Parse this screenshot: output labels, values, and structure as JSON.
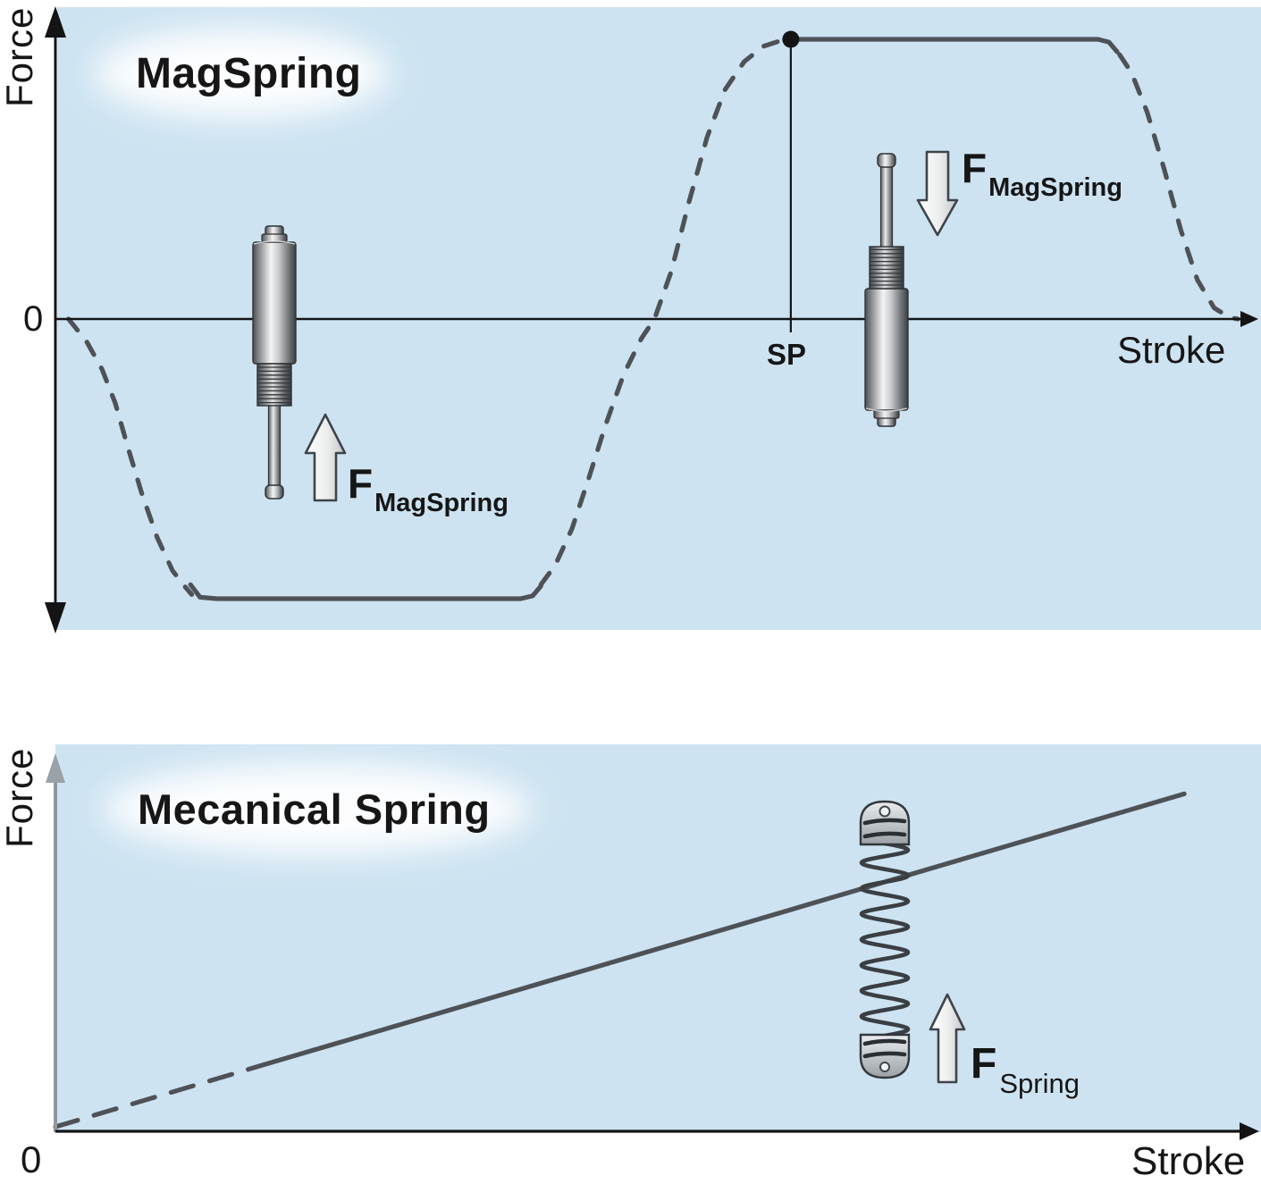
{
  "colors": {
    "panel_blue": "#cde3f1",
    "curve_gray": "#4e5257",
    "axis_black": "#141414",
    "axis_gray_bottom_y": "#8f969c",
    "arrow_fill_light": "#f4f5f6",
    "text": "#161616"
  },
  "charts": [
    {
      "title": "MagSpring",
      "ylabel": "Force",
      "xlabel": "Stroke",
      "origin_label": "0",
      "sp_label": "SP",
      "force_annotations": [
        {
          "main": "F",
          "sub": "MagSpring",
          "direction": "up"
        },
        {
          "main": "F",
          "sub": "MagSpring",
          "direction": "down"
        }
      ]
    },
    {
      "title": "Mecanical Spring",
      "ylabel": "Force",
      "xlabel": "Stroke",
      "origin_label": "0",
      "force_annotations": [
        {
          "main": "F",
          "sub": "Spring",
          "direction": "up"
        }
      ]
    }
  ],
  "chart_data": [
    {
      "type": "line",
      "title": "MagSpring",
      "xlabel": "Stroke",
      "ylabel": "Force",
      "x_range": [
        0,
        100
      ],
      "y_range": [
        -1.3,
        1.3
      ],
      "grid": false,
      "legend": "none",
      "y_zero_label": "0",
      "description": "MagSpring force vs stroke: constant negative force plateau, steep transition through zero, constant positive force plateau beginning at set point SP; force normalized to plateau value 1.",
      "annotations": [
        {
          "label": "SP",
          "type": "vline-to-curve",
          "x": 61.5,
          "y": 1
        },
        {
          "label": "F_MagSpring",
          "type": "force-arrow",
          "direction": "up"
        },
        {
          "label": "F_MagSpring",
          "type": "force-arrow",
          "direction": "down"
        }
      ],
      "series": [
        {
          "name": "MagSpring force",
          "segments": [
            {
              "style": "dashed",
              "points": [
                [
                  1.1,
                  0
                ],
                [
                  2.6,
                  -0.08
                ],
                [
                  3.9,
                  -0.18
                ],
                [
                  5.0,
                  -0.3
                ],
                [
                  6.0,
                  -0.45
                ],
                [
                  7.2,
                  -0.62
                ],
                [
                  8.5,
                  -0.78
                ],
                [
                  9.8,
                  -0.9
                ],
                [
                  10.8,
                  -0.955
                ],
                [
                  11.4,
                  -0.985
                ]
              ]
            },
            {
              "style": "solid",
              "points": [
                [
                  11.3,
                  -0.95
                ],
                [
                  12.1,
                  -0.995
                ],
                [
                  13.5,
                  -1
                ],
                [
                  38.9,
                  -1
                ],
                [
                  39.9,
                  -0.99
                ],
                [
                  40.6,
                  -0.955
                ]
              ]
            },
            {
              "style": "dashed",
              "points": [
                [
                  40.6,
                  -0.95
                ],
                [
                  41.8,
                  -0.88
                ],
                [
                  43.2,
                  -0.75
                ],
                [
                  44.6,
                  -0.57
                ],
                [
                  46.0,
                  -0.38
                ],
                [
                  47.5,
                  -0.2
                ],
                [
                  49.0,
                  -0.07
                ],
                [
                  50.1,
                  0
                ],
                [
                  51.5,
                  0.17
                ],
                [
                  53.0,
                  0.42
                ],
                [
                  54.5,
                  0.65
                ],
                [
                  56.0,
                  0.82
                ],
                [
                  57.6,
                  0.92
                ],
                [
                  59.2,
                  0.975
                ],
                [
                  60.8,
                  0.997
                ]
              ]
            },
            {
              "style": "solid",
              "points": [
                [
                  61.5,
                  1
                ],
                [
                  87.2,
                  1
                ],
                [
                  88.1,
                  0.99
                ],
                [
                  88.8,
                  0.955
                ]
              ]
            },
            {
              "style": "dashed",
              "points": [
                [
                  89.0,
                  0.945
                ],
                [
                  90.0,
                  0.88
                ],
                [
                  91.3,
                  0.74
                ],
                [
                  92.7,
                  0.54
                ],
                [
                  94.1,
                  0.32
                ],
                [
                  95.5,
                  0.14
                ],
                [
                  96.9,
                  0.04
                ],
                [
                  98.2,
                  0.005
                ],
                [
                  98.9,
                  0
                ]
              ]
            }
          ]
        }
      ]
    },
    {
      "type": "line",
      "title": "Mecanical Spring",
      "xlabel": "Stroke",
      "ylabel": "Force",
      "x_range": [
        0,
        100
      ],
      "y_range": [
        0,
        1.05
      ],
      "grid": false,
      "legend": "none",
      "x_zero_label": "0",
      "description": "Mechanical spring force vs stroke: linear increase F = k*s, dashed near zero stroke.",
      "annotations": [
        {
          "label": "F_Spring",
          "type": "force-arrow",
          "direction": "up"
        }
      ],
      "series": [
        {
          "name": "Mechanical spring force",
          "segments": [
            {
              "style": "dashed",
              "points": [
                [
                  0,
                  0.005
                ],
                [
                  17.5,
                  0.177
                ]
              ]
            },
            {
              "style": "solid",
              "points": [
                [
                  17.5,
                  0.177
                ],
                [
                  94.4,
                  0.925
                ]
              ]
            }
          ]
        }
      ]
    }
  ]
}
